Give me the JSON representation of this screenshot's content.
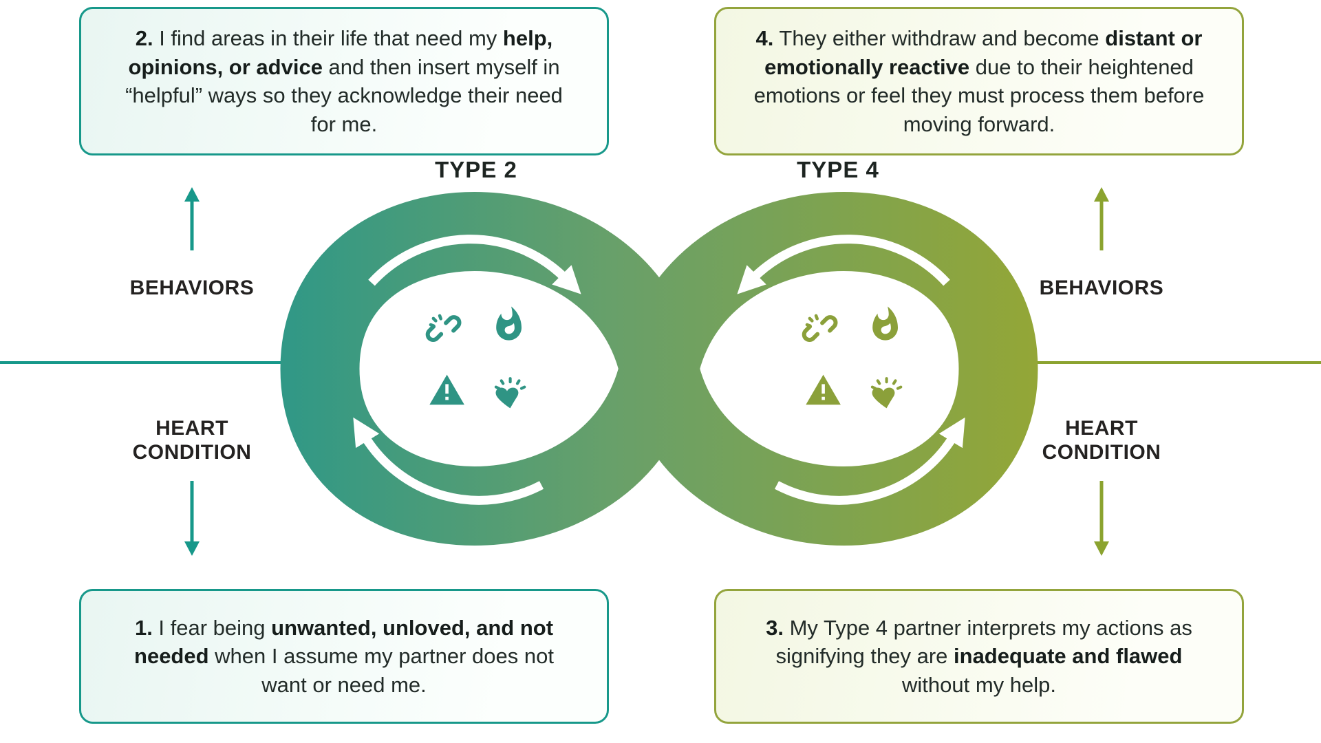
{
  "colors": {
    "teal": "#17988a",
    "olive": "#93a43c",
    "loop_gradient_start": "#2f9887",
    "loop_gradient_end": "#94a636",
    "text": "#222b28",
    "box_teal_bg": "#e9f6f2",
    "box_olive_bg": "#f3f7e3"
  },
  "labels": {
    "type2": "TYPE 2",
    "type4": "TYPE 4",
    "behaviors": "BEHAVIORS",
    "heart_condition": "HEART CONDITION"
  },
  "boxes": {
    "box2": {
      "num": "2.",
      "s1": " I find areas in their life that need my ",
      "b1": "help, opinions, or advice",
      "s2": " and then insert myself in “helpful” ways so they acknowledge their need for me."
    },
    "box4": {
      "num": "4.",
      "s1": " They either withdraw and become ",
      "b1": "distant or emotionally reactive",
      "s2": " due to their heightened emotions or feel they must process them before moving forward."
    },
    "box1": {
      "num": "1.",
      "s1": " I fear being ",
      "b1": "unwanted, unloved, and not needed",
      "s2": " when I assume my partner does not want or need me."
    },
    "box3": {
      "num": "3.",
      "s1": " My Type 4 partner interprets my actions as signifying they are ",
      "b1": "inadequate and flawed",
      "s2": " without my help."
    }
  },
  "icons": [
    "broken-link-icon",
    "flame-icon",
    "warning-icon",
    "heart-burst-icon"
  ]
}
